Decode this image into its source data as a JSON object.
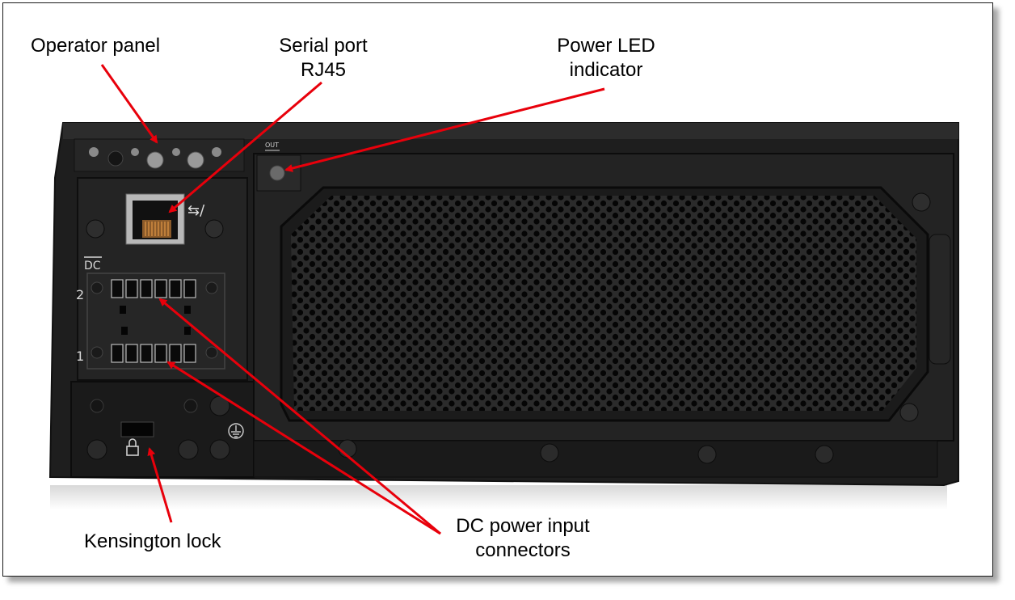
{
  "callouts": {
    "operator_panel": "Operator panel",
    "serial_port_line1": "Serial port",
    "serial_port_line2": "RJ45",
    "power_led_line1": "Power LED",
    "power_led_line2": "indicator",
    "kensington_lock": "Kensington lock",
    "dc_power_line1": "DC power input",
    "dc_power_line2": "connectors"
  },
  "device_marks": {
    "out_label": "OUT",
    "dc_label": "DC",
    "connector_2": "2",
    "connector_1": "1"
  },
  "colors": {
    "arrow": "#e8000b",
    "chassis": "#1f1f1f",
    "vent_hole": "#050505"
  }
}
